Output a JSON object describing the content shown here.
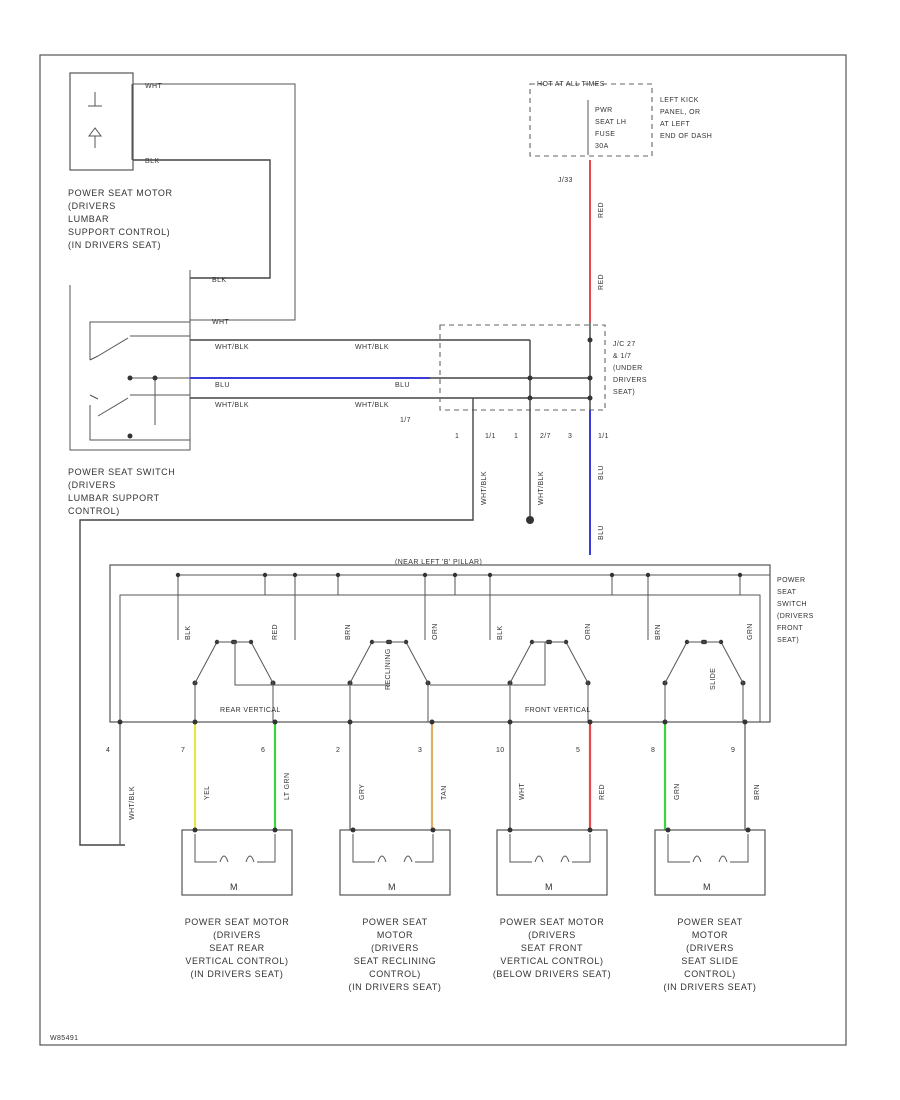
{
  "lumbar_motor": {
    "title": [
      "POWER SEAT MOTOR",
      "(DRIVERS",
      "LUMBAR",
      "SUPPORT CONTROL)",
      "(IN DRIVERS SEAT)"
    ],
    "wire1": "WHT",
    "wire2": "BLK"
  },
  "lumbar_switch": {
    "title": [
      "POWER SEAT SWITCH",
      "(DRIVERS",
      "LUMBAR SUPPORT",
      "CONTROL)"
    ],
    "wires": [
      "BLK",
      "WHT",
      "WHT/BLK",
      "BLU",
      "WHT/BLK"
    ]
  },
  "fuse_box": {
    "title": "HOT AT ALL TIMES",
    "fuse": [
      "PWR",
      "SEAT LH",
      "FUSE",
      "30A"
    ],
    "location": [
      "LEFT KICK",
      "PANEL, OR",
      "AT LEFT",
      "END OF DASH"
    ],
    "connector": "J/33"
  },
  "junction": {
    "title": [
      "J/C 27",
      "& 1/7",
      "(UNDER",
      "DRIVERS",
      "SEAT)"
    ],
    "pins": [
      "1",
      "1/1",
      "1",
      "2/7",
      "3",
      "1/1",
      "1/7"
    ]
  },
  "wire_colors": {
    "red": "#e8474b",
    "blue": "#3b3bd8",
    "yellow": "#e6e64a",
    "lt_green": "#3fd23f",
    "tan": "#e0b060",
    "green": "#3fd23f"
  },
  "power_switch": {
    "title": [
      "POWER",
      "SEAT",
      "SWITCH",
      "(DRIVERS",
      "FRONT",
      "SEAT)"
    ],
    "ground_label": "(NEAR LEFT 'B' PILLAR)",
    "section_labels": [
      "REAR VERTICAL",
      "RECLINING",
      "FRONT VERTICAL",
      "SLIDE"
    ],
    "contact_labels": [
      "BLK",
      "RED",
      "BRN",
      "ORN",
      "BLK",
      "ORN",
      "BRN",
      "GRN"
    ]
  },
  "pins": [
    "4",
    "7",
    "6",
    "2",
    "3",
    "10",
    "5",
    "8",
    "9"
  ],
  "bottom_wires": [
    "WHT/BLK",
    "YEL",
    "LT GRN",
    "GRY",
    "TAN",
    "WHT",
    "RED",
    "GRN",
    "BRN"
  ],
  "motors": [
    {
      "title": [
        "POWER SEAT MOTOR",
        "(DRIVERS",
        "SEAT REAR",
        "VERTICAL CONTROL)",
        "(IN DRIVERS SEAT)"
      ],
      "m": "M"
    },
    {
      "title": [
        "POWER SEAT",
        "MOTOR",
        "(DRIVERS",
        "SEAT RECLINING",
        "CONTROL)",
        "(IN DRIVERS SEAT)"
      ],
      "m": "M"
    },
    {
      "title": [
        "POWER SEAT MOTOR",
        "(DRIVERS",
        "SEAT FRONT",
        "VERTICAL CONTROL)",
        "(BELOW DRIVERS SEAT)"
      ],
      "m": "M"
    },
    {
      "title": [
        "POWER SEAT",
        "MOTOR",
        "(DRIVERS",
        "SEAT SLIDE",
        "CONTROL)",
        "(IN DRIVERS SEAT)"
      ],
      "m": "M"
    }
  ],
  "footer_code": "W85491"
}
